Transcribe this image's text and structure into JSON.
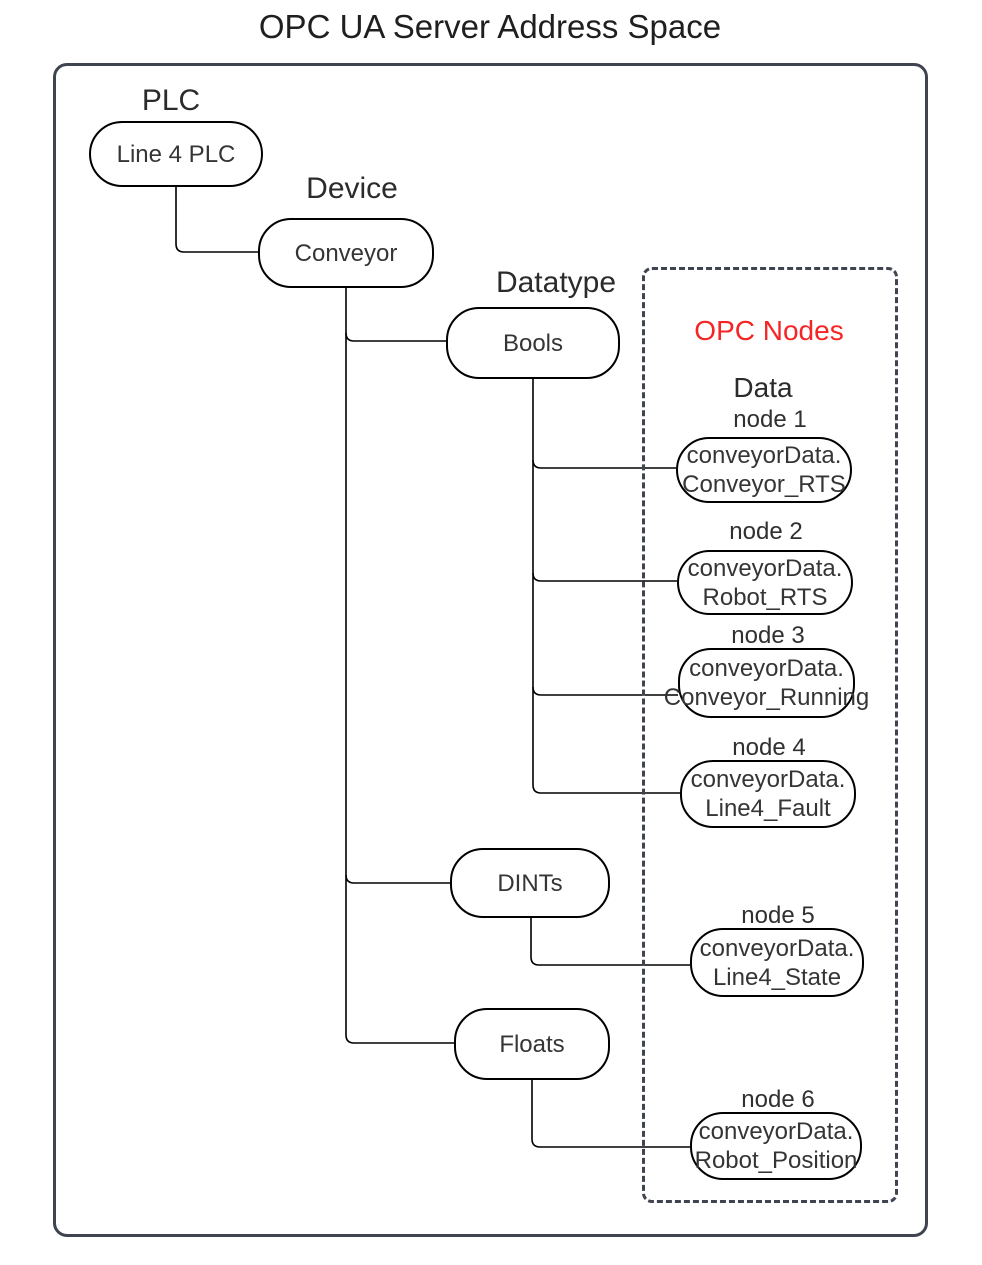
{
  "title": "OPC UA Server Address Space",
  "colors": {
    "frame": "#3f4450",
    "node_stroke": "#000000",
    "opc_nodes_red": "#f52525",
    "text": "#303030"
  },
  "tree": {
    "plc_label": "PLC",
    "plc_node": "Line 4 PLC",
    "device_label": "Device",
    "device_node": "Conveyor",
    "datatype_label": "Datatype",
    "datatype_bools": "Bools",
    "datatype_dints": "DINTs",
    "datatype_floats": "Floats"
  },
  "opc_box": {
    "title": "OPC Nodes",
    "data_label": "Data",
    "nodes": [
      {
        "label": "node 1",
        "line1": "conveyorData.",
        "line2": "Conveyor_RTS"
      },
      {
        "label": "node 2",
        "line1": "conveyorData.",
        "line2": "Robot_RTS"
      },
      {
        "label": "node 3",
        "line1": "conveyorData.",
        "line2": "Conveyor_Running"
      },
      {
        "label": "node 4",
        "line1": "conveyorData.",
        "line2": "Line4_Fault"
      },
      {
        "label": "node 5",
        "line1": "conveyorData.",
        "line2": "Line4_State"
      },
      {
        "label": "node 6",
        "line1": "conveyorData.",
        "line2": "Robot_Position"
      }
    ]
  }
}
